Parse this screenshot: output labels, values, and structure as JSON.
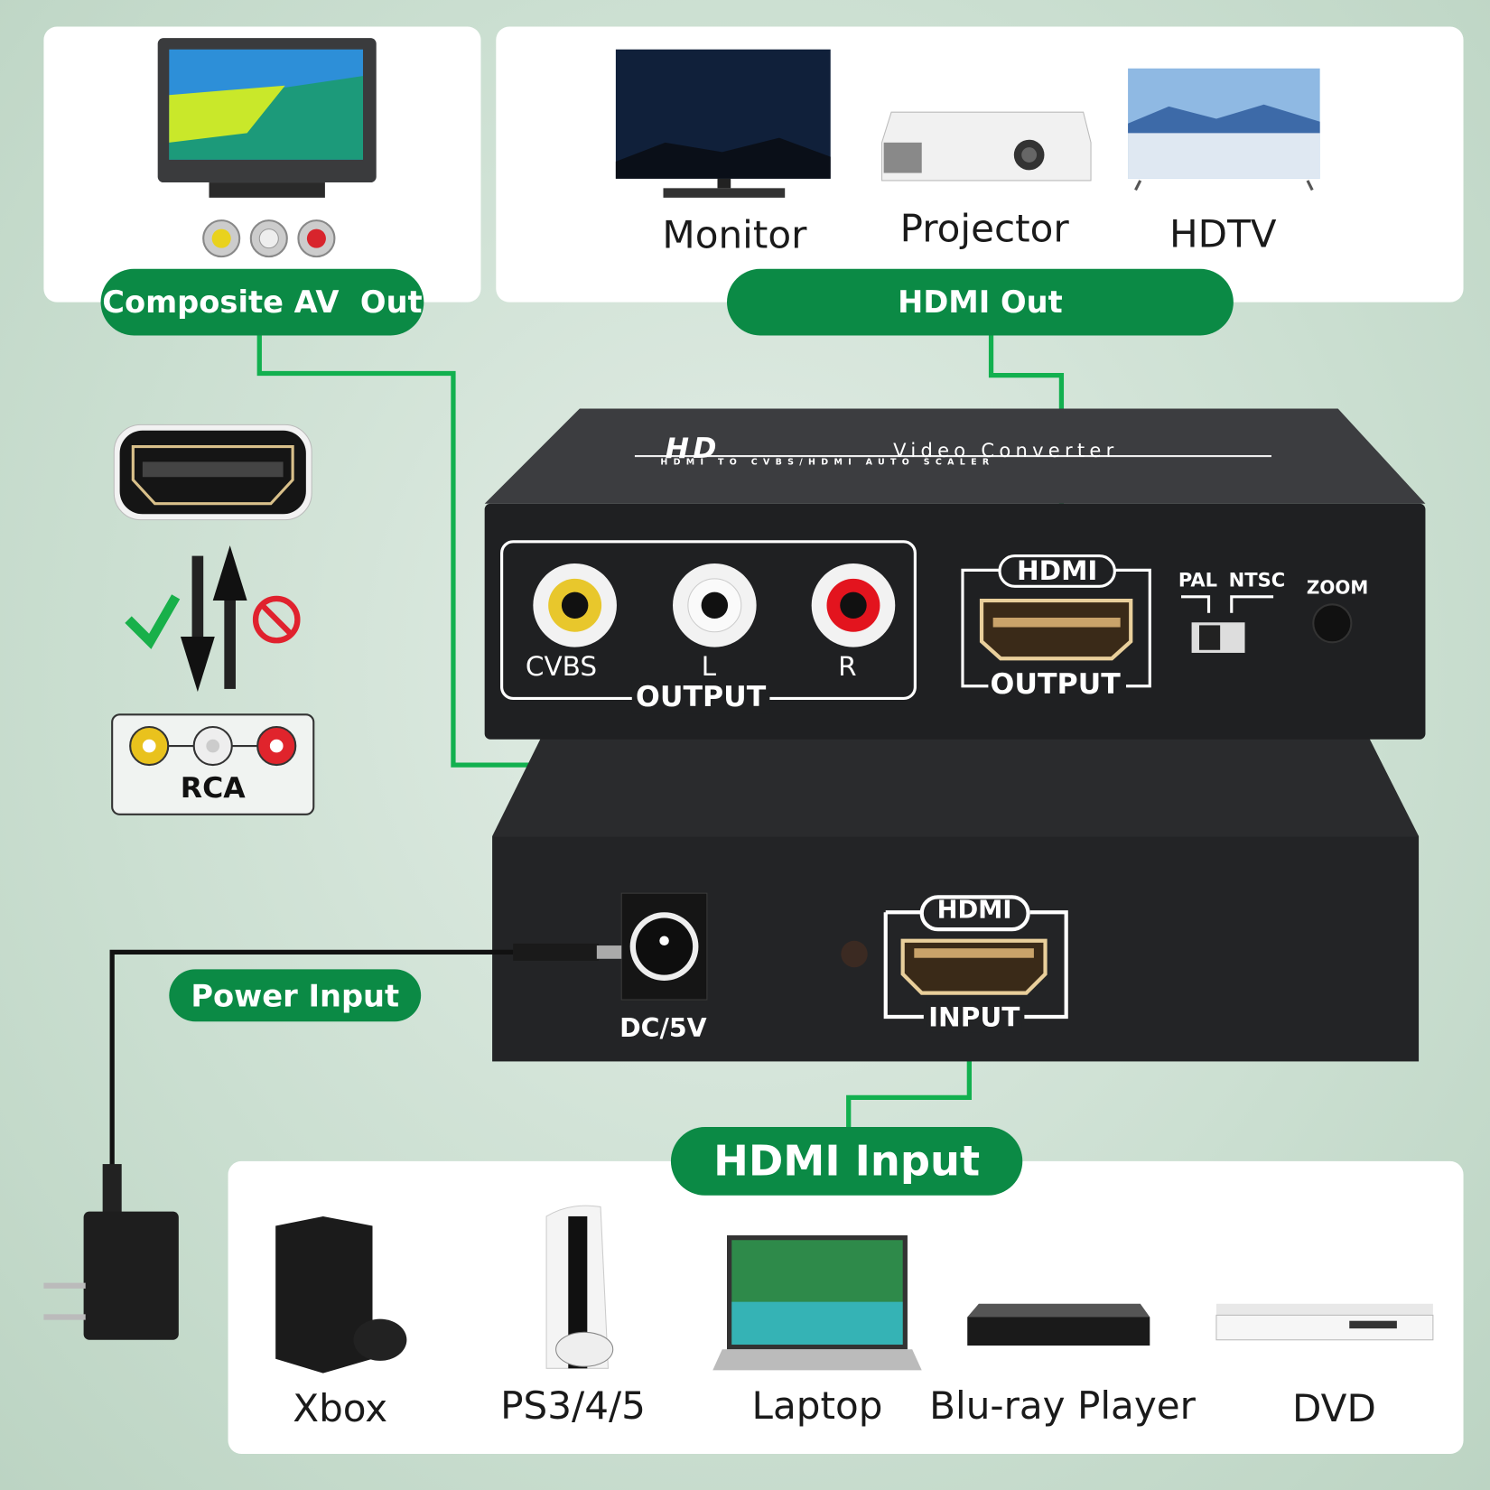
{
  "colors": {
    "accent_green": "#0b8a45",
    "line_green": "#12b04f",
    "background": "#cfe0d4",
    "device": "#2a2b2d"
  },
  "top_left": {
    "pill": "Composite AV  Out"
  },
  "top_right": {
    "pill": "HDMI Out",
    "devices": [
      "Monitor",
      "Projector",
      "HDTV"
    ]
  },
  "legend": {
    "rca_label": "RCA",
    "direction_ok_icon": "check-icon",
    "direction_no_icon": "prohibited-icon"
  },
  "device_upper": {
    "brand": "HD",
    "title": "Video Converter",
    "subtitle": "HDMI TO CVBS/HDMI AUTO SCALER",
    "rca_labels": [
      "CVBS",
      "L",
      "R"
    ],
    "rca_group_label": "OUTPUT",
    "hdmi_badge": "HDMI",
    "hdmi_label": "OUTPUT",
    "switch_labels": [
      "PAL",
      "NTSC"
    ],
    "zoom_label": "ZOOM"
  },
  "device_lower": {
    "dc_label": "DC/5V",
    "hdmi_badge": "HDMI",
    "hdmi_label": "INPUT"
  },
  "power": {
    "pill": "Power Input"
  },
  "bottom": {
    "pill": "HDMI Input",
    "devices": [
      "Xbox",
      "PS3/4/5",
      "Laptop",
      "Blu-ray Player",
      "DVD"
    ]
  }
}
